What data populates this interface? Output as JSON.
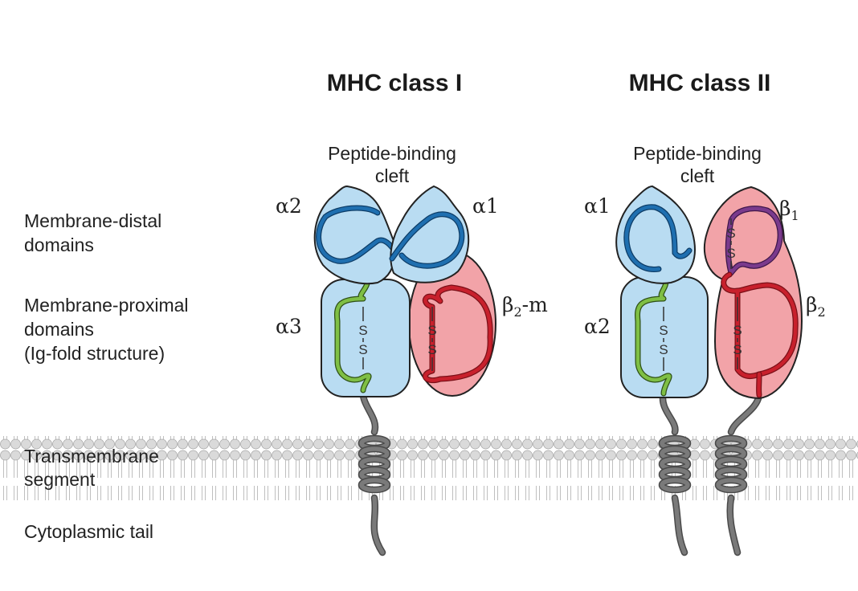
{
  "titles": {
    "class1": "MHC class I",
    "class2": "MHC class II"
  },
  "row_labels": {
    "distal_1": "Membrane-distal",
    "distal_2": "domains",
    "proximal_1": "Membrane-proximal",
    "proximal_2": "domains",
    "proximal_3": "(Ig-fold structure)",
    "transmembrane_1": "Transmembrane",
    "transmembrane_2": "segment",
    "cytoplasmic": "Cytoplasmic tail"
  },
  "class1": {
    "cleft_1": "Peptide-binding",
    "cleft_2": "cleft",
    "alpha2": "α2",
    "alpha1": "α1",
    "alpha3": "α3",
    "b2m": "β",
    "b2m_sub": "2",
    "b2m_suffix": "-m",
    "disulfide": "S"
  },
  "class2": {
    "cleft_1": "Peptide-binding",
    "cleft_2": "cleft",
    "alpha1": "α1",
    "alpha2": "α2",
    "beta1": "β",
    "beta1_sub": "1",
    "beta2": "β",
    "beta2_sub": "2",
    "disulfide": "S"
  },
  "colors": {
    "alpha_domain_fill": "#b9dcf2",
    "beta_domain_fill": "#f2a3a8",
    "outline": "#222222",
    "blue_strand": "#1f6fb0",
    "green_strand": "#7fbf45",
    "red_strand": "#c8202c",
    "purple_strand": "#7a3a8c",
    "helix": "#666666",
    "membrane": "#d6d6d6"
  }
}
